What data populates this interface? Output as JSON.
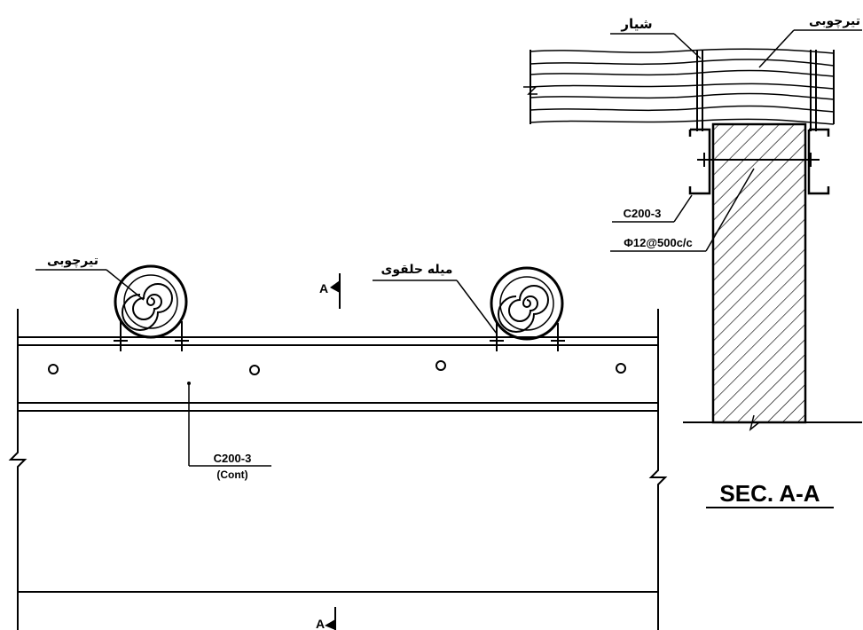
{
  "labels": {
    "timber_beam_left": "تیرچوبی",
    "ring_rod": "میله حلقوی",
    "section_mark_top": "A",
    "section_mark_bottom": "A",
    "channel_main": "C200-3",
    "channel_main_note": "(Cont)",
    "section_title": "SEC. A-A",
    "groove": "شیار",
    "timber_beam_section": "تیرچوبی",
    "channel_section": "C200-3",
    "rebar_spec": "Φ12@500c/c"
  },
  "colors": {
    "ink": "#000000",
    "paper": "#ffffff"
  }
}
